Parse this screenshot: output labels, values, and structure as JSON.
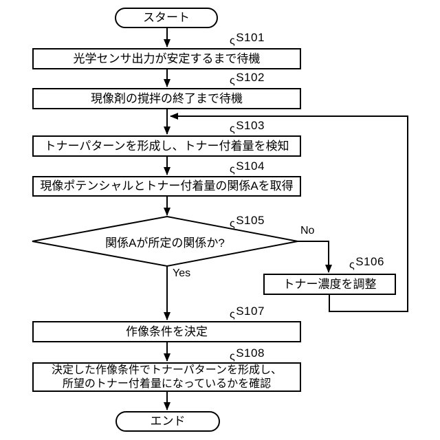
{
  "diagram": {
    "background_color": "#ffffff",
    "line_color": "#000000",
    "leader_mark": "ς",
    "start": {
      "label": "スタート"
    },
    "end": {
      "label": "エンド"
    },
    "steps": {
      "s101": {
        "id": "S101",
        "text": "光学センサ出力が安定するまで待機"
      },
      "s102": {
        "id": "S102",
        "text": "現像剤の撹拌の終了まで待機"
      },
      "s103": {
        "id": "S103",
        "text": "トナーパターンを形成し、トナー付着量を検知"
      },
      "s104": {
        "id": "S104",
        "text": "現像ポテンシャルとトナー付着量の関係Aを取得"
      },
      "s106": {
        "id": "S106",
        "text": "トナー濃度を調整"
      },
      "s107": {
        "id": "S107",
        "text": "作像条件を決定"
      },
      "s108": {
        "id": "S108",
        "lines": [
          "決定した作像条件でトナーパターンを形成し、",
          "所望のトナー付着量になっているかを確認"
        ]
      }
    },
    "decision": {
      "id": "S105",
      "text": "関係Aが所定の関係か?",
      "yes_label": "Yes",
      "no_label": "No"
    }
  }
}
